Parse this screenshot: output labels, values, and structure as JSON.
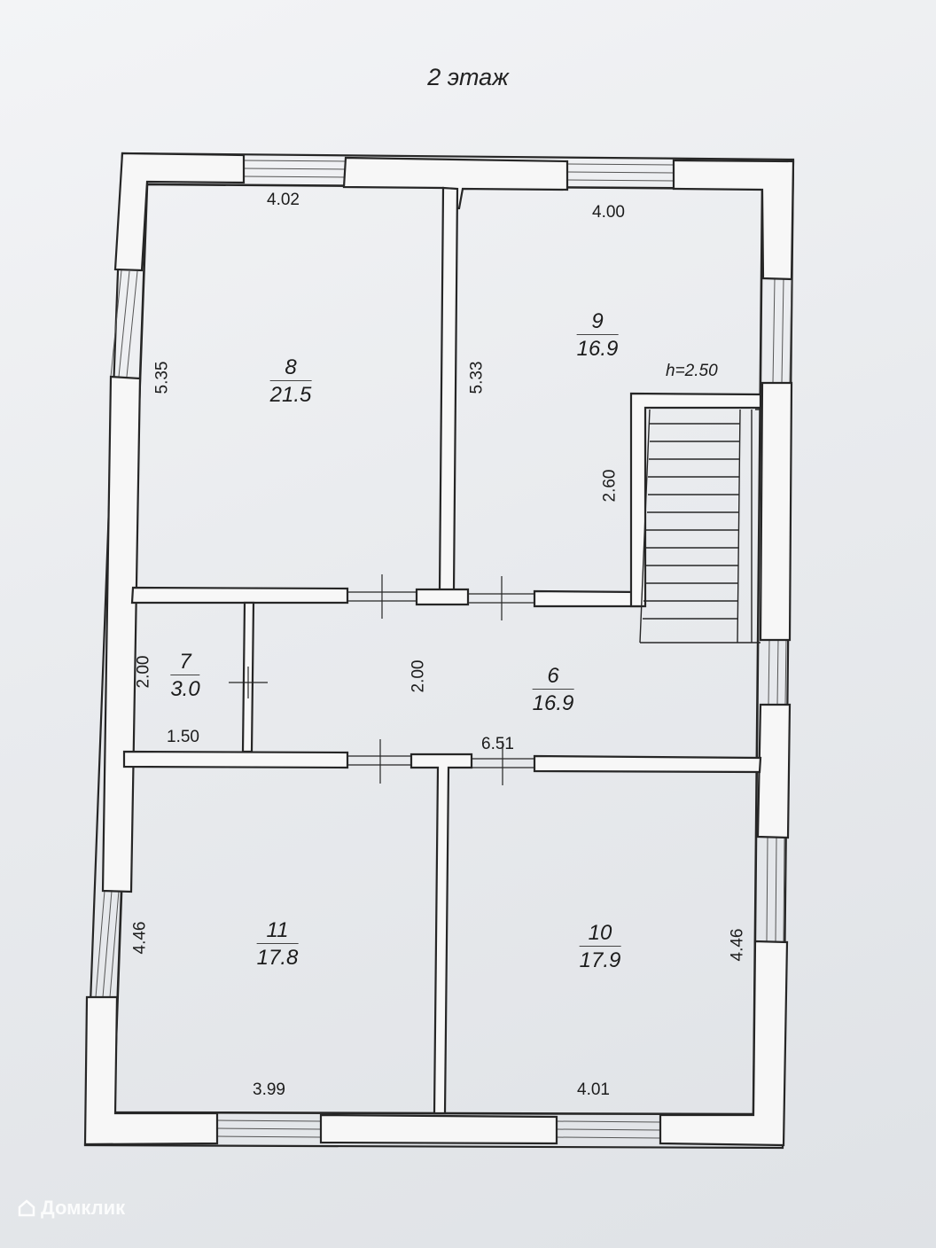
{
  "title": "2 этаж",
  "rooms": [
    {
      "id": "8",
      "number": "8",
      "area": "21.5"
    },
    {
      "id": "9",
      "number": "9",
      "area": "16.9"
    },
    {
      "id": "7",
      "number": "7",
      "area": "3.0"
    },
    {
      "id": "6",
      "number": "6",
      "area": "16.9"
    },
    {
      "id": "11",
      "number": "11",
      "area": "17.8"
    },
    {
      "id": "10",
      "number": "10",
      "area": "17.9"
    }
  ],
  "dimensions": {
    "room8_width": "4.02",
    "room8_depth": "5.35",
    "room9_width": "4.00",
    "room9_depth": "5.33",
    "ceiling_height": "h=2.50",
    "stair_length": "2.60",
    "room7_depth": "2.00",
    "room7_width": "1.50",
    "hall_depth": "2.00",
    "hall_length": "6.51",
    "room11_depth": "4.46",
    "room11_width": "3.99",
    "room10_depth": "4.46",
    "room10_width": "4.01"
  },
  "watermark": "Домклик"
}
